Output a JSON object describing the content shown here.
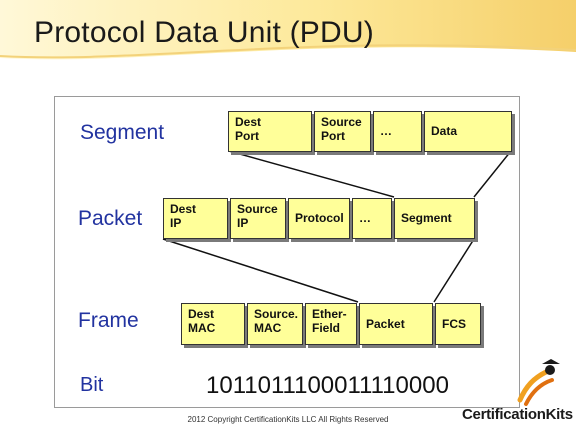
{
  "title": "Protocol Data Unit (PDU)",
  "rows": {
    "segment": {
      "label": "Segment",
      "fields": [
        "Dest\nPort",
        "Source\nPort",
        "…",
        "Data"
      ]
    },
    "packet": {
      "label": "Packet",
      "fields": [
        "Dest\nIP",
        "Source\nIP",
        "Protocol",
        "…",
        "Segment"
      ]
    },
    "frame": {
      "label": "Frame",
      "fields": [
        "Dest\nMAC",
        "Source.\nMAC",
        "Ether-\nField",
        "Packet",
        "FCS"
      ]
    },
    "bit": {
      "label": "Bit",
      "value": "1011011100011110000"
    }
  },
  "footer": "2012 Copyright CertificationKits LLC All Rights Reserved",
  "logo": "CertificationKits",
  "colors": {
    "field_fill": "#ffff99",
    "label_blue": "#2233a0",
    "header_gold": "#f5cf6a"
  }
}
